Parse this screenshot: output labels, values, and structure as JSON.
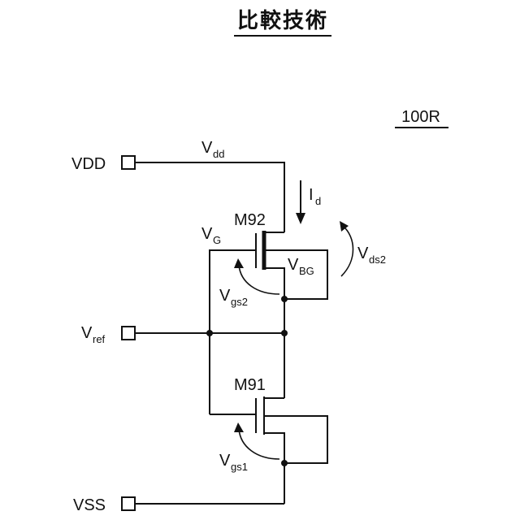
{
  "title": "比較技術",
  "ref_label": "100R",
  "terminals": {
    "vdd": "VDD",
    "vref_main": "V",
    "vref_sub": "ref",
    "vss": "VSS"
  },
  "transistors": {
    "upper": "M92",
    "lower": "M91"
  },
  "labels": {
    "vdd_wire_main": "V",
    "vdd_wire_sub": "dd",
    "id_main": "I",
    "id_sub": "d",
    "vg_main": "V",
    "vg_sub": "G",
    "vbg_main": "V",
    "vbg_sub": "BG",
    "vds2_main": "V",
    "vds2_sub": "ds2",
    "vgs2_main": "V",
    "vgs2_sub": "gs2",
    "vgs1_main": "V",
    "vgs1_sub": "gs1"
  }
}
